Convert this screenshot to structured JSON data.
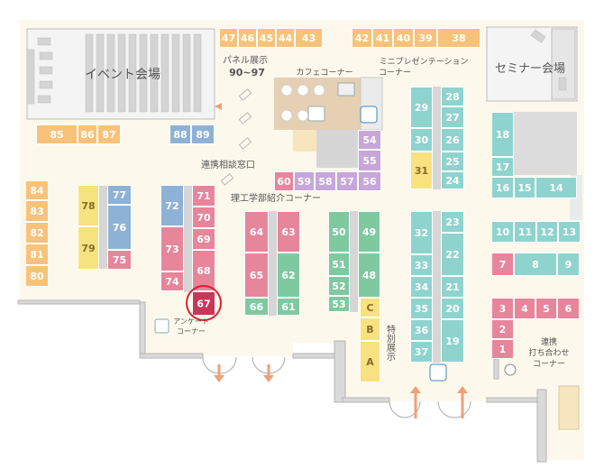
{
  "labels": {
    "event_hall": "イベント会場",
    "seminar_hall": "セミナー会場",
    "panel": "パネル展示",
    "panel_range": "90~97",
    "cafe": "カフェコーナー",
    "mini_pres_1": "ミニプレゼンテーション",
    "mini_pres_2": "コーナー",
    "consult": "連携相談窓口",
    "science": "理工学部紹介コーナー",
    "survey_1": "アンケート",
    "survey_2": "コーナー",
    "special": "特別展示",
    "meeting_1": "連携",
    "meeting_2": "打ち合わせ",
    "meeting_3": "コーナー"
  },
  "colors": {
    "orange": "#f8c27a",
    "blue": "#8eb2d6",
    "pink": "#e7859b",
    "teal": "#8fd3cf",
    "yellow": "#f7e27f",
    "lavender": "#c7a6da",
    "green": "#7fc9a1",
    "red": "#c83758",
    "highlight": "#e01f2b"
  },
  "highlight_booth": "67",
  "booths": {
    "b47": "47",
    "b46": "46",
    "b45": "45",
    "b44": "44",
    "b43": "43",
    "b42": "42",
    "b41": "41",
    "b40": "40",
    "b39": "39",
    "b38": "38",
    "b85": "85",
    "b86": "86",
    "b87": "87",
    "b88": "88",
    "b89": "89",
    "b84": "84",
    "b83": "83",
    "b82": "82",
    "b81": "81",
    "b80": "80",
    "b78": "78",
    "b79": "79",
    "b77": "77",
    "b76": "76",
    "b75": "75",
    "b72": "72",
    "b73": "73",
    "b74": "74",
    "b71": "71",
    "b70": "70",
    "b69": "69",
    "b68": "68",
    "b67": "67",
    "b64": "64",
    "b65": "65",
    "b66": "66",
    "b63": "63",
    "b62": "62",
    "b61": "61",
    "b60": "60",
    "b59": "59",
    "b58": "58",
    "b57": "57",
    "b56": "56",
    "b55": "55",
    "b54": "54",
    "b50": "50",
    "b51": "51",
    "b52": "52",
    "b53": "53",
    "b49": "49",
    "b48": "48",
    "bC": "C",
    "bB": "B",
    "bA": "A",
    "b29": "29",
    "b30": "30",
    "b31": "31",
    "b28": "28",
    "b27": "27",
    "b26": "26",
    "b25": "25",
    "b24": "24",
    "b32": "32",
    "b33": "33",
    "b34": "34",
    "b35": "35",
    "b36": "36",
    "b37": "37",
    "b23": "23",
    "b22": "22",
    "b21": "21",
    "b20": "20",
    "b19": "19",
    "b18": "18",
    "b17": "17",
    "b16": "16",
    "b15": "15",
    "b14": "14",
    "b10": "10",
    "b11": "11",
    "b12": "12",
    "b13": "13",
    "b7": "7",
    "b8": "8",
    "b9": "9",
    "b3": "3",
    "b4": "4",
    "b5": "5",
    "b6": "6",
    "b2": "2",
    "b1": "1"
  }
}
